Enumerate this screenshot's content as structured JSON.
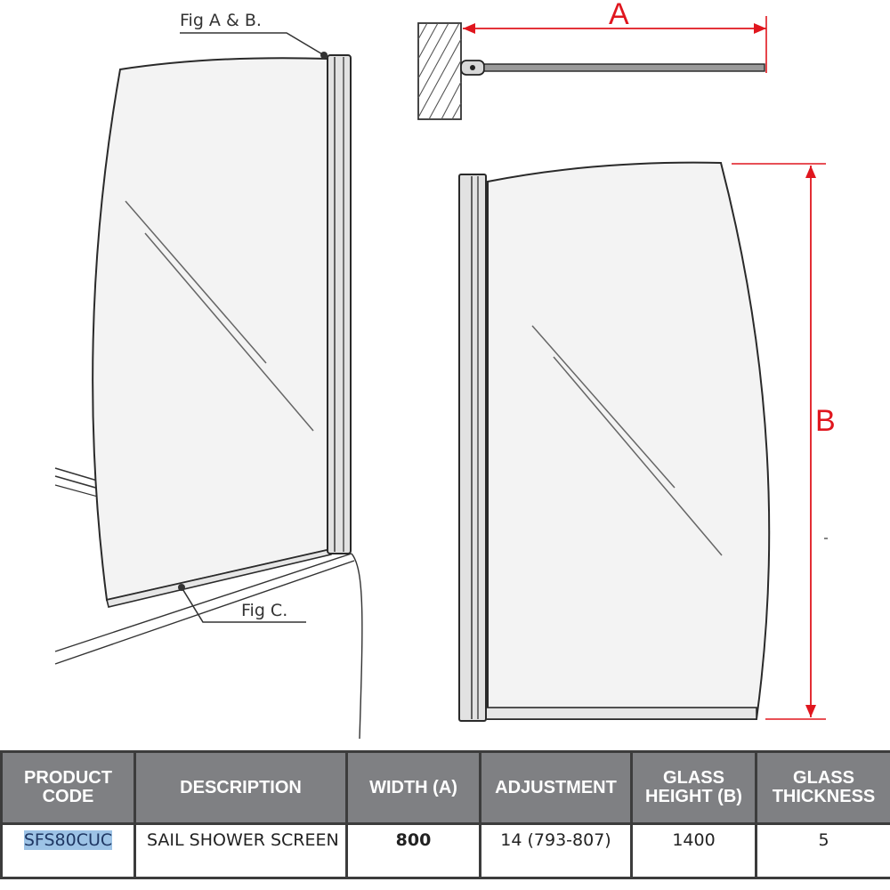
{
  "figures": {
    "fig_ab_label": "Fig A & B.",
    "fig_c_label": "Fig C.",
    "dim_a_label": "A",
    "dim_b_label": "B"
  },
  "colors": {
    "dimension": "#e0161e",
    "outline": "#2a2a2a",
    "glass": "#f3f3f3",
    "header_bg": "#7f8083",
    "code_highlight": "#9dc3e6"
  },
  "table": {
    "headers": {
      "product_code": "PRODUCT CODE",
      "description": "DESCRIPTION",
      "width": "WIDTH (A)",
      "adjustment": "ADJUSTMENT",
      "glass_height": "GLASS HEIGHT (B)",
      "glass_thickness": "GLASS THICKNESS"
    },
    "row": {
      "product_code": "SFS80CUC",
      "description": "SAIL SHOWER SCREEN",
      "width": "800",
      "adjustment": "14 (793-807)",
      "glass_height": "1400",
      "glass_thickness": "5"
    }
  }
}
